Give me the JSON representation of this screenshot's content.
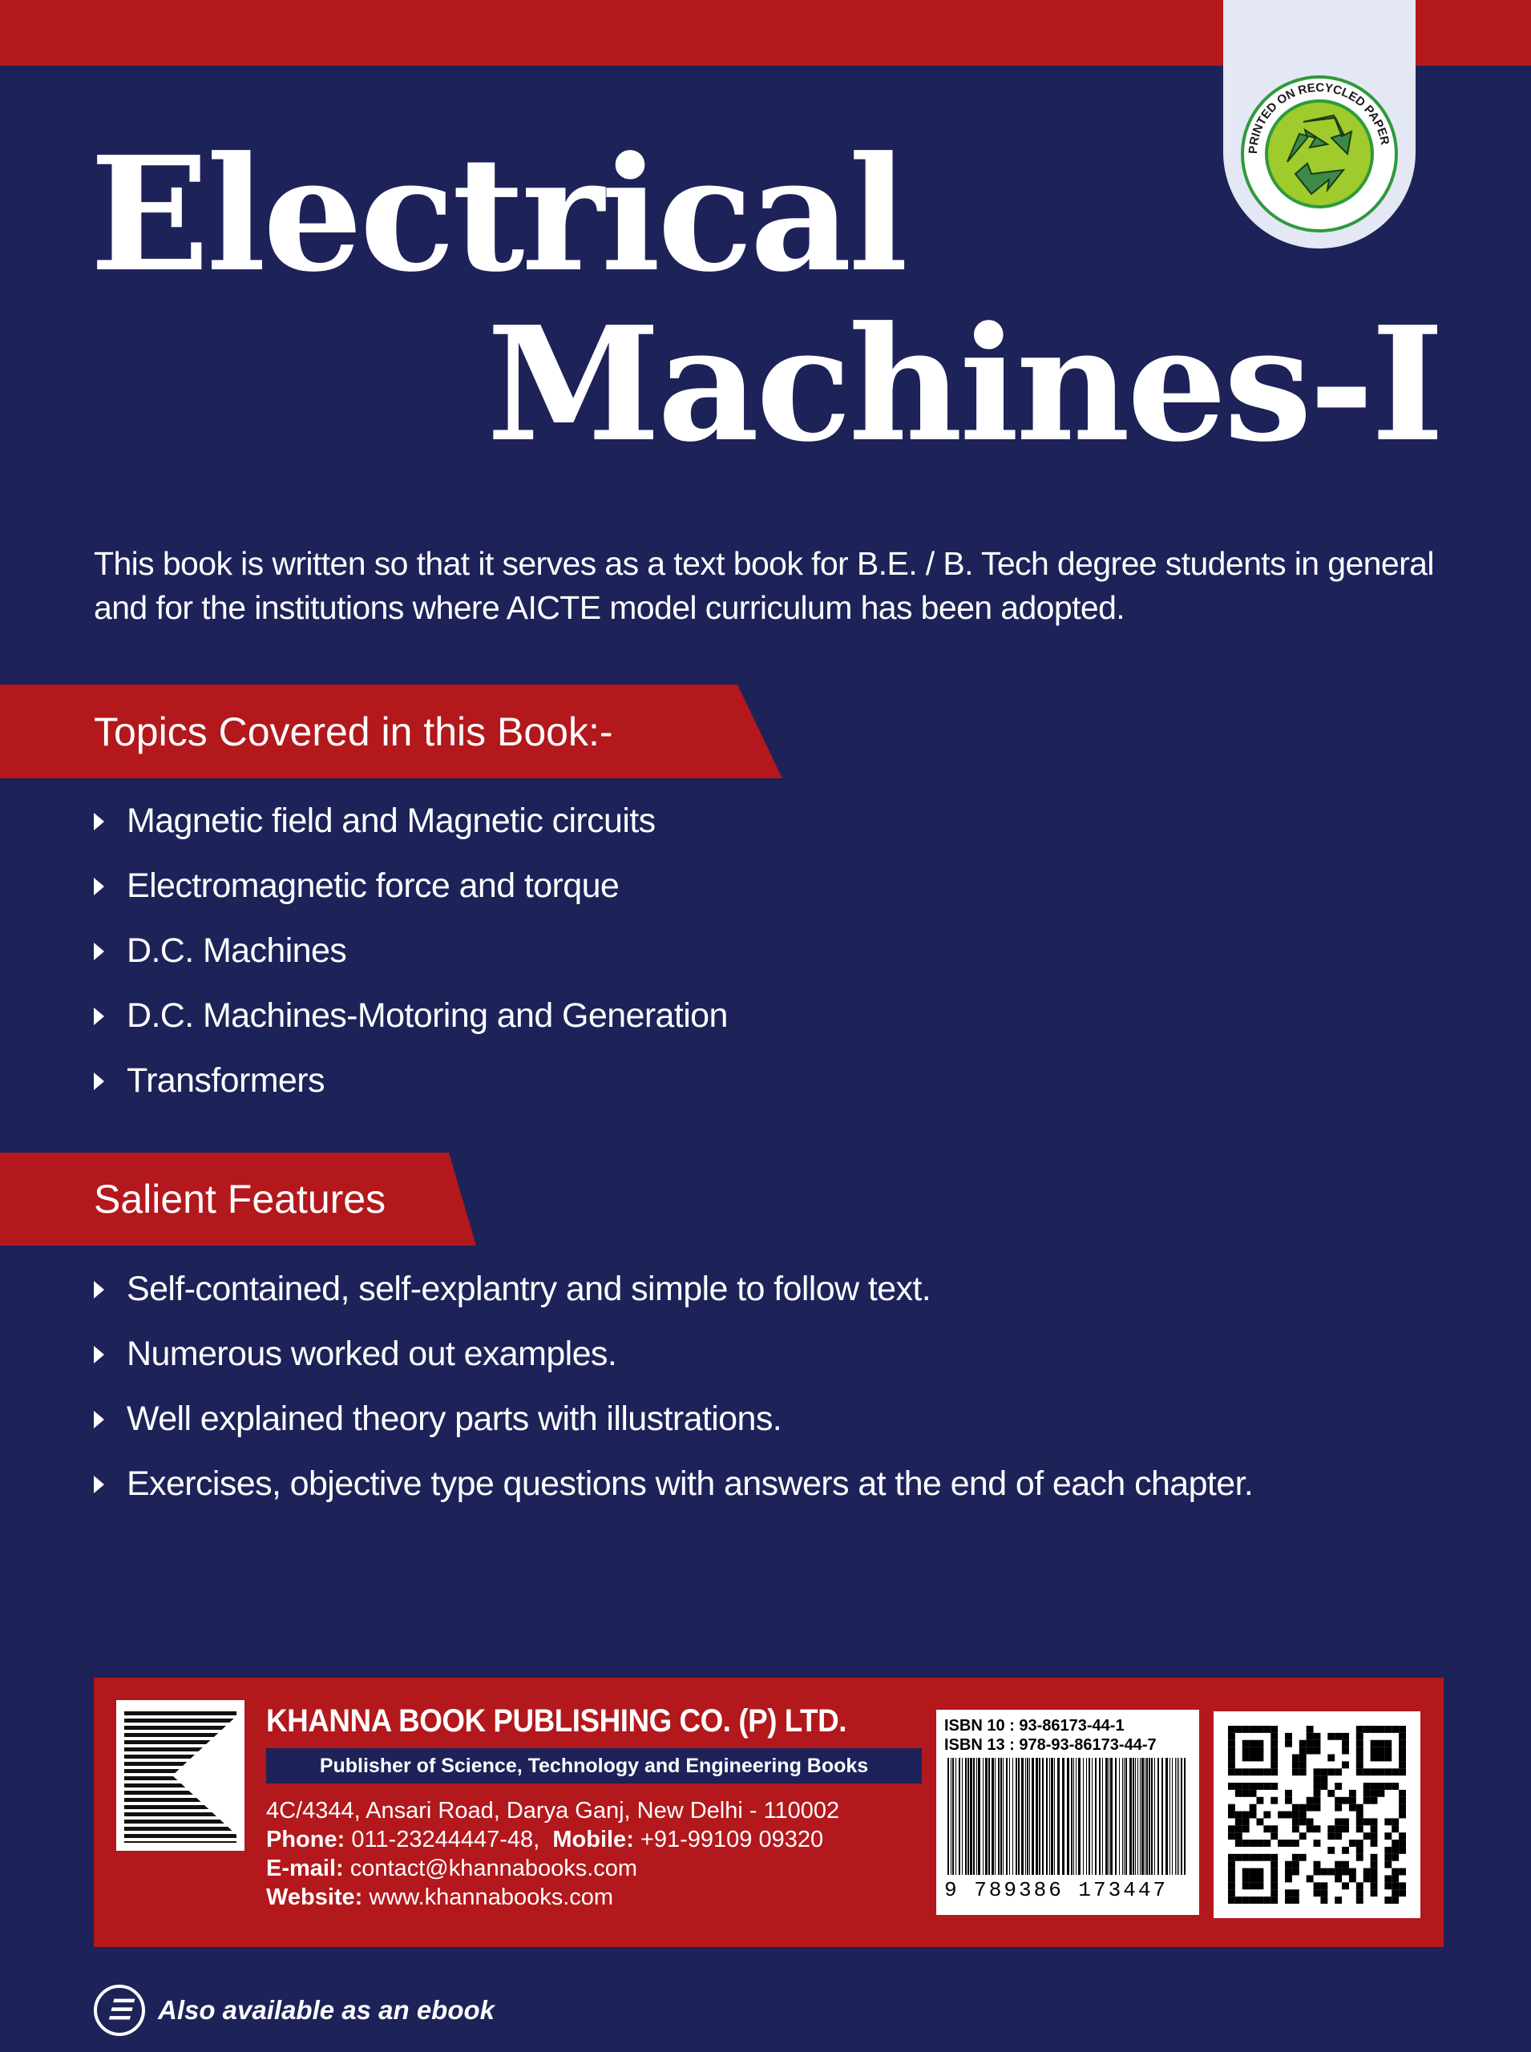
{
  "colors": {
    "background": "#1d2259",
    "accent": "#b3181c"
  },
  "badge": {
    "text": "PRINTED ON RECYCLED PAPER",
    "icon": "recycle-icon"
  },
  "title": {
    "line1": "Electrical",
    "line2": "Machines-I"
  },
  "intro": "This book is written so that it serves as a text book for B.E. / B. Tech degree students in general and for the institutions where AICTE model curriculum has been adopted.",
  "topics": {
    "heading": "Topics Covered in this Book:-",
    "items": [
      "Magnetic field and Magnetic circuits",
      "Electromagnetic force and torque",
      "D.C. Machines",
      "D.C. Machines-Motoring and Generation",
      "Transformers"
    ]
  },
  "features": {
    "heading": "Salient Features",
    "items": [
      "Self-contained, self-explantry and simple to follow text.",
      "Numerous worked out examples.",
      "Well explained theory parts with illustrations.",
      "Exercises, objective type questions with answers at the end of each chapter."
    ]
  },
  "publisher": {
    "name": "KHANNA BOOK PUBLISHING CO. (P) LTD.",
    "tagline": "Publisher of Science, Technology and Engineering Books",
    "address": "4C/4344, Ansari Road, Darya Ganj, New Delhi - 110002",
    "phone_label": "Phone:",
    "phone": "011-23244447-48,",
    "mobile_label": "Mobile:",
    "mobile": "+91-99109 09320",
    "email_label": "E-mail:",
    "email": "contact@khannabooks.com",
    "website_label": "Website:",
    "website": "www.khannabooks.com"
  },
  "isbn": {
    "isbn10": "ISBN 10 : 93-86173-44-1",
    "isbn13": "ISBN 13 : 978-93-86173-44-7",
    "barcode_digits": "9 789386 173447"
  },
  "ebook": "Also available as an ebook"
}
